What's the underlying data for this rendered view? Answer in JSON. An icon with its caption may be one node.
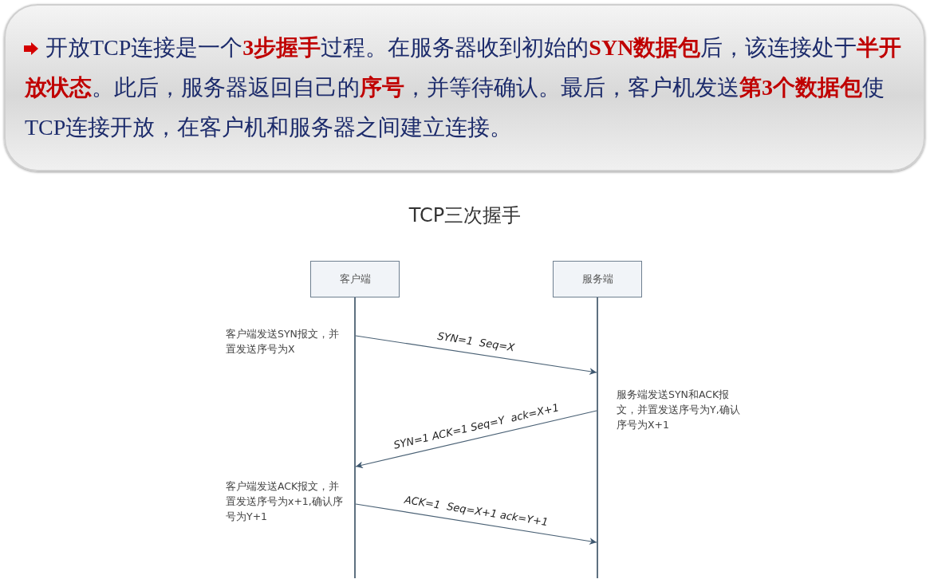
{
  "diagram": {
    "title": "TCP三次握手",
    "nodes": [
      {
        "text": [
          "开放TCP连接是一个**3步握手**过程。在服务器收到初始的**SYN数据包**后，该连接处于**半开放状态**。此后，服务器返回自己的**序号**，并等待确认。最后，客户机发送**第3个数据包**使TCP连接开放，在客户机和服务器之间建立连接。"
        ]
      },
      {
        "text": [
          "客户端"
        ]
      },
      {
        "text": [
          "服务端"
        ]
      },
      {
        "text": [],
        "shape": "bar"
      },
      {
        "text": [],
        "shape": "bar"
      }
    ],
    "edges": [
      {
        "from": 3,
        "to": 4,
        "arrow": "to",
        "label": "SYN=1  Seq=X"
      },
      {
        "from": 4,
        "to": 3,
        "arrow": "to",
        "label": "SYN=1 ACK=1 Seq=Y  ack=X+1"
      },
      {
        "from": 3,
        "to": 4,
        "arrow": "to",
        "label": "ACK=1  Seq=X+1 ack=Y+1"
      }
    ],
    "labels": [
      "客户端发送SYN报文，并置发送序号为X",
      "服务端发送SYN和ACK报文，并置发送序号为Y,确认序号为X+1",
      "客户端发送ACK报文，并置发送序号为x+1,确认序号为Y+1"
    ]
  }
}
